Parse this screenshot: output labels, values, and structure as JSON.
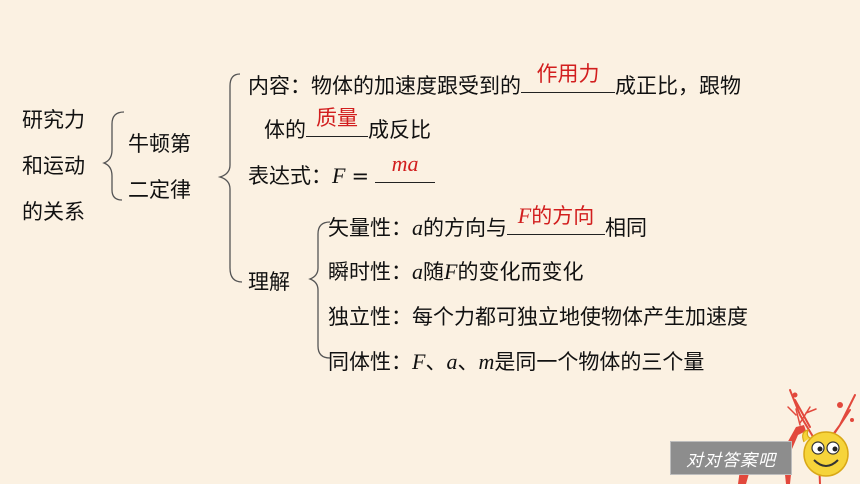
{
  "topic": {
    "line1": "研究力",
    "line2": "和运动",
    "line3": "的关系"
  },
  "law": {
    "line1": "牛顿第",
    "line2": "二定律"
  },
  "content": {
    "label": "内容：",
    "text1": "物体的加速度跟受到的",
    "answer1": "作用力",
    "text2": "成正比，跟物",
    "text3": "体的",
    "answer2": "质量",
    "text4": "成反比"
  },
  "expression": {
    "label": "表达式：",
    "formula_lhs": "F",
    "equals": "=",
    "answer": "ma"
  },
  "understanding": {
    "label": "理解",
    "vector": {
      "label": "矢量性：",
      "var": "a",
      "text1": "的方向与",
      "answer_var": "F",
      "answer_text": "的方向",
      "text2": "相同"
    },
    "instant": {
      "label": "瞬时性：",
      "var1": "a",
      "text1": "随",
      "var2": "F",
      "text2": "的变化而变化"
    },
    "independent": {
      "label": "独立性：",
      "text": "每个力都可独立地使物体产生加速度"
    },
    "same_body": {
      "label": "同体性：",
      "var1": "F",
      "sep1": "、",
      "var2": "a",
      "sep2": "、",
      "var3": "m",
      "text": "是同一个物体的三个量"
    }
  },
  "answer_button": {
    "label": "对对答案吧"
  },
  "colors": {
    "background": "#fbf1e2",
    "answer": "#d21e1e",
    "button": "#8d8d8d",
    "decoration": "#e2483c"
  }
}
